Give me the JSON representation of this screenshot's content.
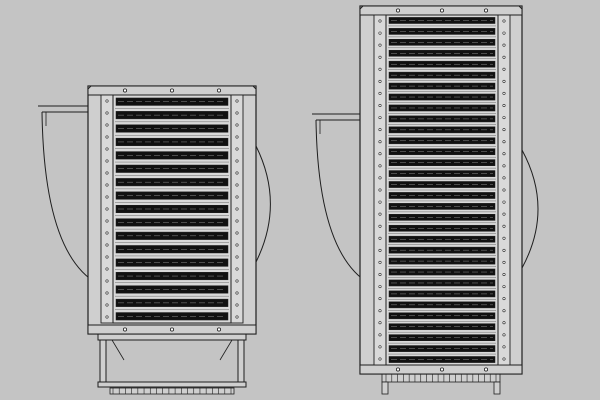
{
  "drawing": {
    "background_color": "#c4c4c4",
    "frame_color": "#cfcfcf",
    "panel_color": "#d9d9d9",
    "line_color": "#1e1e1e",
    "louver_color": "#111111",
    "louver_highlight": "#8a8a8a",
    "views": [
      {
        "name": "short-heater-unit",
        "louver_rows": 17,
        "has_leg_stand": true,
        "has_side_duct": true,
        "has_rear_curve": true
      },
      {
        "name": "tall-heater-unit",
        "louver_rows": 32,
        "has_leg_stand": false,
        "has_side_duct": true,
        "has_rear_curve": true
      }
    ]
  }
}
